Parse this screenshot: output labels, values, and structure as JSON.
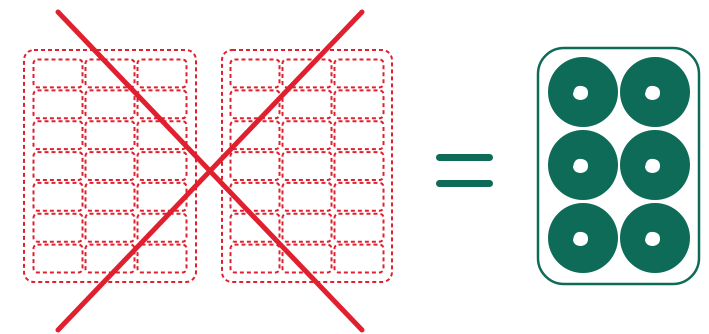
{
  "colors": {
    "background": "#ffffff",
    "old_container_outline": "#e0202f",
    "cross_out": "#e0202f",
    "equals_sign": "#0d6b57",
    "new_container": "#0d6b57",
    "roll_hole": "#ffffff"
  },
  "left_group": {
    "description_name": "crossed-out-trays",
    "trays": [
      {
        "columns": 3,
        "rows": 7
      },
      {
        "columns": 3,
        "rows": 7
      }
    ],
    "crossed_out": true
  },
  "operator": {
    "symbol_name": "equals-sign-icon"
  },
  "right_group": {
    "description_name": "roll-container",
    "columns": 2,
    "rows": 3,
    "roll_count": 6
  }
}
